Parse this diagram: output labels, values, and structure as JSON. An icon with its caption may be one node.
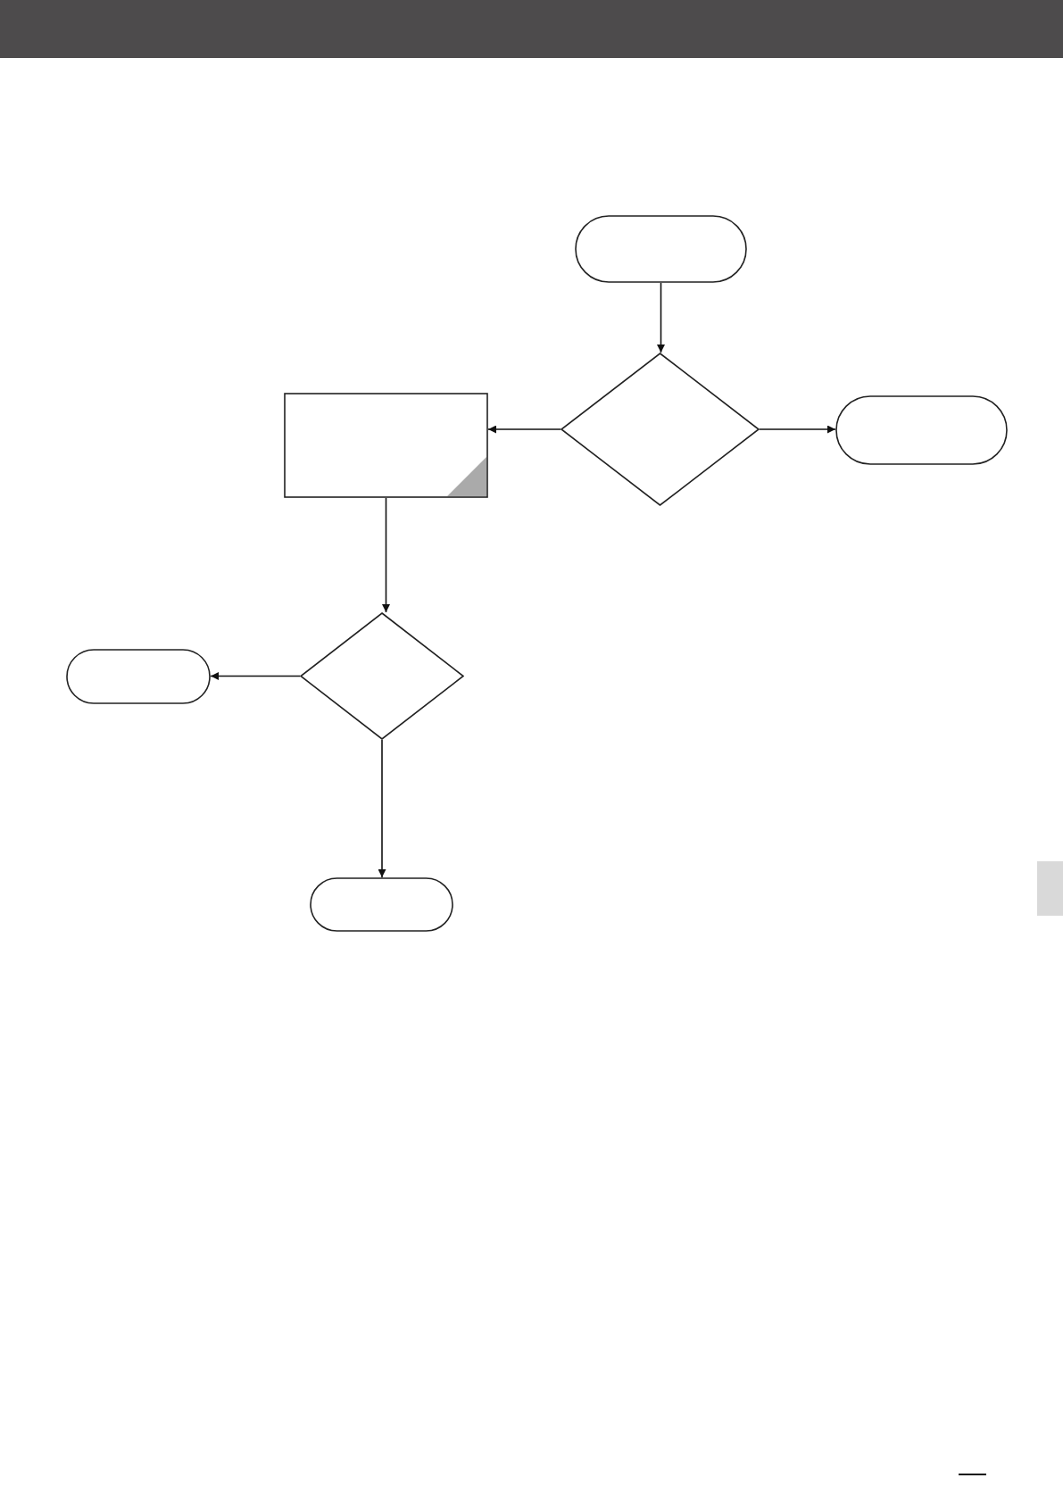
{
  "diagram": {
    "nodes": [
      {
        "text": [],
        "shape": "pill"
      },
      {
        "text": [],
        "shape": "diamond"
      },
      {
        "text": [],
        "shape": "box"
      },
      {
        "text": [],
        "shape": "pill"
      },
      {
        "text": [],
        "shape": "diamond"
      },
      {
        "text": [],
        "shape": "pill"
      },
      {
        "text": [],
        "shape": "pill"
      }
    ],
    "edges": [
      {
        "from": 0,
        "to": 1,
        "arrow": "to"
      },
      {
        "from": 1,
        "to": 2,
        "arrow": "to"
      },
      {
        "from": 1,
        "to": 3,
        "arrow": "to"
      },
      {
        "from": 2,
        "to": 4,
        "arrow": "to"
      },
      {
        "from": 4,
        "to": 5,
        "arrow": "to"
      },
      {
        "from": 4,
        "to": 6,
        "arrow": "to"
      }
    ]
  }
}
